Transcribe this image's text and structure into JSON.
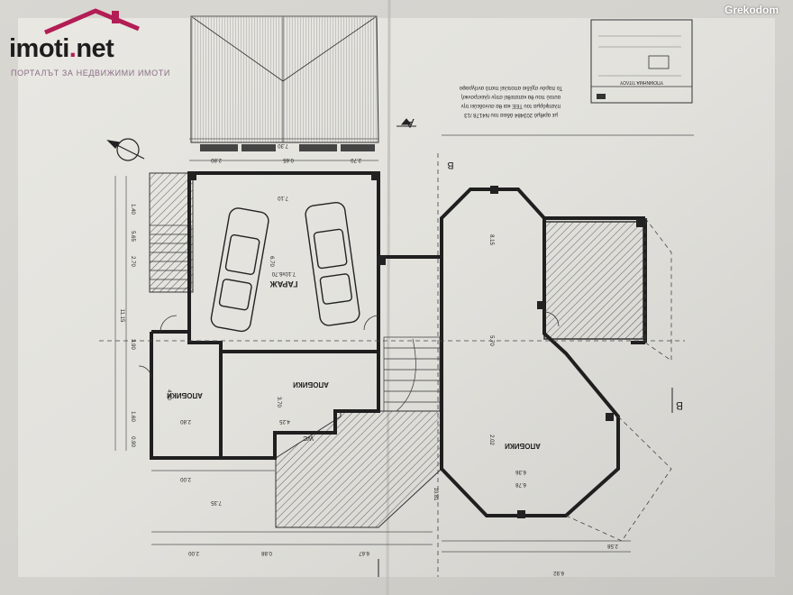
{
  "watermark": {
    "text": "Grekodom"
  },
  "logo": {
    "name": "imoti",
    "dot": ".",
    "tld": "net",
    "tagline": "ПОРТАЛЪТ ЗА НЕДВИЖИМИ ИМОТИ",
    "accent": "#b31d55"
  },
  "plan": {
    "section_mark": "A",
    "axis_mark": "B",
    "rooms": {
      "garage": "ГАРАЖ",
      "garage_area": "7.10x6.70",
      "living_left": "АПОБИКИ",
      "living_mid": "АПОБИКИ",
      "living_right": "АПОБИКИ",
      "wc": "WC"
    },
    "dims": [
      "7.30",
      "7.10",
      "2.80",
      "2.70",
      "0.65",
      "6.70",
      "1.40",
      "5.65",
      "2.70",
      "11.15",
      "3.90",
      "4.40",
      "1.60",
      "0.90",
      "2.80",
      "3.70",
      "4.25",
      "2.00",
      "7.35",
      "10.81",
      "8.15",
      "5.70",
      "2.02",
      "6.36",
      "6.78",
      "2.00",
      "6.67",
      "2.58",
      "0.88",
      "6.92"
    ],
    "notes": [
      "To παρόν σχέδιο αποτελεί πιστό αντίγραφο",
      "αυτού που θα κατατεθεί στην ηλεκτρονική",
      "πλατφόρμα του ΤΕΕ και θα συνοδεύει την",
      "με αριθμό 203484 άδεια του Ν4178 /13"
    ],
    "legend_title": "ΥΠΟΜΝΗΜΑ ΤΙΤΛΟΥ"
  }
}
